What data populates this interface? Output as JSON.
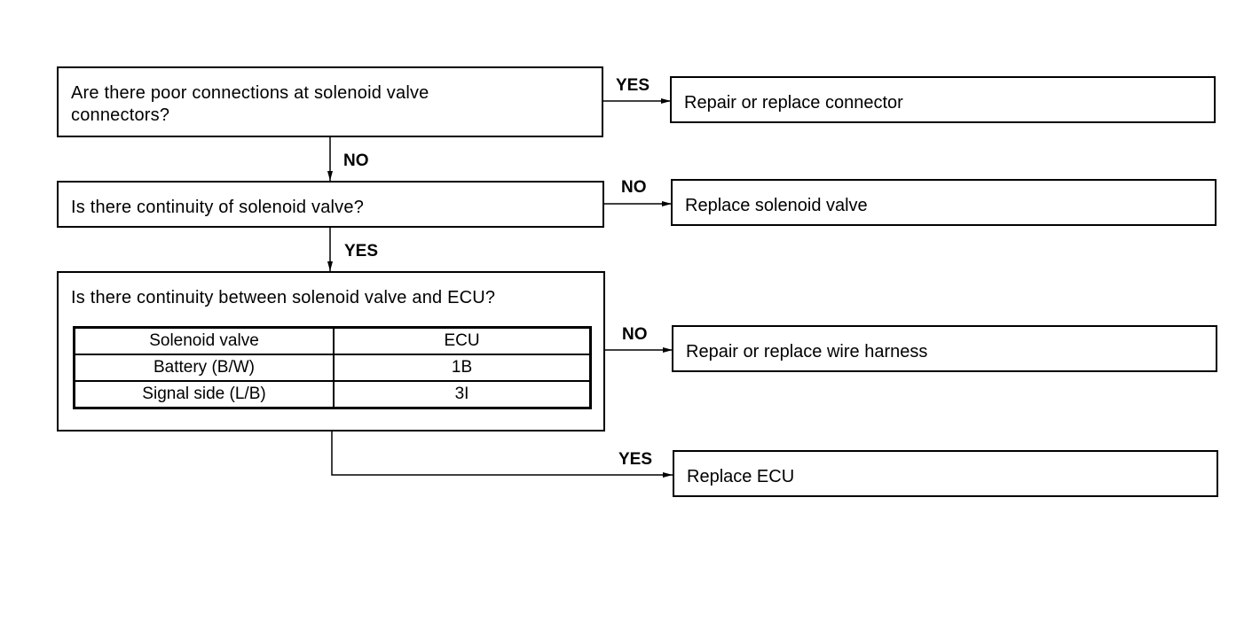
{
  "questions": {
    "q1": "Are there poor connections at solenoid valve\nconnectors?",
    "q2": "Is there continuity of solenoid valve?",
    "q3": "Is there continuity between solenoid valve and ECU?"
  },
  "actions": {
    "a1": "Repair or replace connector",
    "a2": "Replace solenoid valve",
    "a3": "Repair or replace wire harness",
    "a4": "Replace ECU"
  },
  "branch_labels": {
    "q1_right": "YES",
    "q1_down": "NO",
    "q2_right": "NO",
    "q2_down": "YES",
    "q3_right": "NO",
    "q3_down": "YES"
  },
  "continuity_table": {
    "headers": [
      "Solenoid valve",
      "ECU"
    ],
    "rows": [
      [
        "Battery (B/W)",
        "1B"
      ],
      [
        "Signal side (L/B)",
        "3I"
      ]
    ]
  }
}
